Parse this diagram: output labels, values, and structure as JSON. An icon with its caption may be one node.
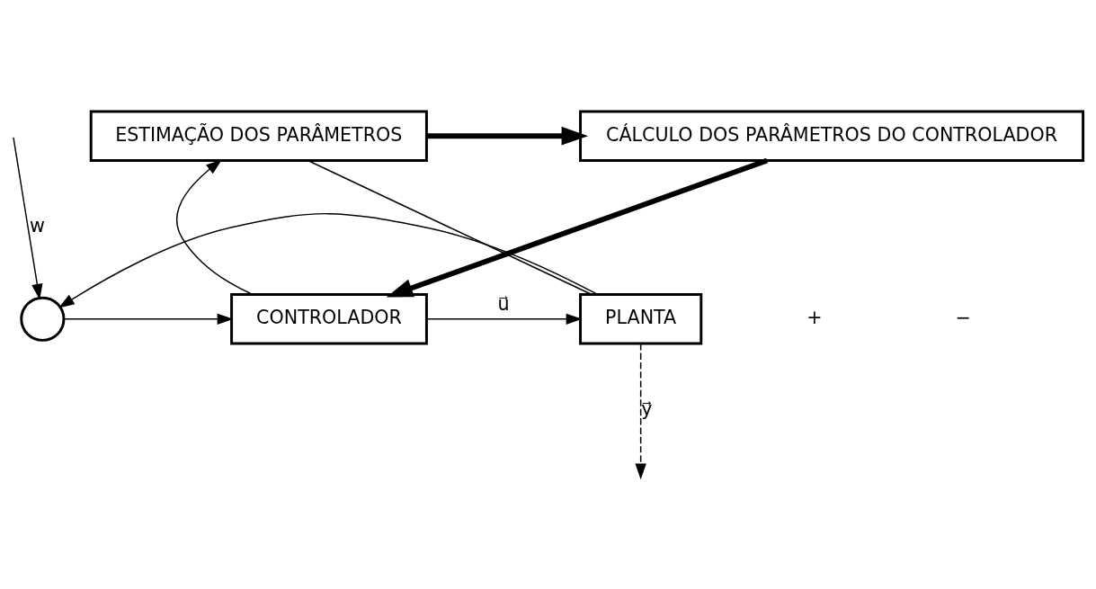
{
  "diagram": {
    "nodes": [
      {
        "text": [
          "CÁLCULO DOS PARÂMETROS DO CONTROLADOR"
        ]
      },
      {
        "text": [
          "ESTIMAÇÃO DOS PARÂMETROS"
        ]
      },
      {
        "text": [],
        "shape": "circle"
      },
      {
        "text": [
          "CONTROLADOR"
        ]
      },
      {
        "text": [
          "PLANTA"
        ]
      }
    ],
    "edges": [
      {
        "from": null,
        "to": 2,
        "arrow": "to",
        "label": "w"
      },
      {
        "from": 2,
        "to": 3,
        "arrow": "to"
      },
      {
        "from": 3,
        "to": 4,
        "arrow": "to",
        "label": "u⃗"
      },
      {
        "from": 3,
        "to": 1,
        "arrow": "to"
      },
      {
        "from": 4,
        "to": null,
        "arrow": "to",
        "label": "y⃗",
        "style": "dashed"
      },
      {
        "from": 4,
        "to": 1,
        "arrow": "none"
      },
      {
        "from": 4,
        "to": 2,
        "arrow": "to"
      },
      {
        "from": 1,
        "to": 0,
        "arrow": "to",
        "style": "thick"
      },
      {
        "from": 0,
        "to": 3,
        "arrow": "to",
        "style": "thick"
      }
    ],
    "labels": [
      "+",
      "−"
    ]
  }
}
